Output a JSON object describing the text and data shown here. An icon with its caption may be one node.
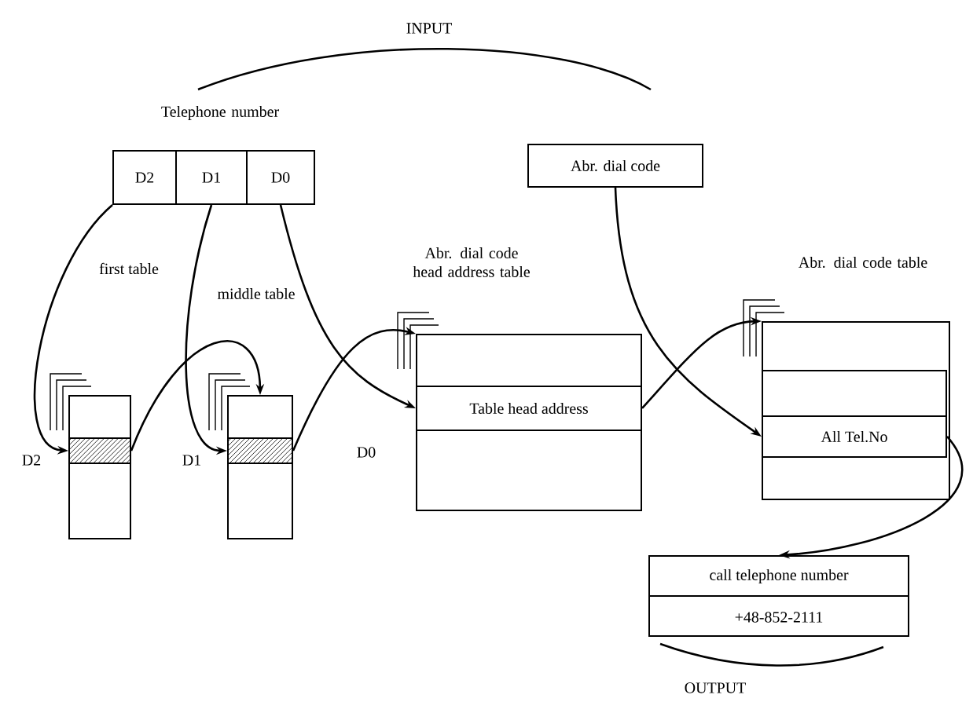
{
  "diagram": {
    "nodes": [
      {
        "text": [
          "Telephone number"
        ]
      },
      {
        "text": [
          "D2"
        ]
      },
      {
        "text": [
          "D1"
        ]
      },
      {
        "text": [
          "D0"
        ]
      },
      {
        "text": [
          "Abr. dial code"
        ]
      },
      {
        "text": [],
        "shape": "box",
        "beside": [
          "D2"
        ]
      },
      {
        "text": [],
        "shape": "bar",
        "in": 5
      },
      {
        "text": [],
        "shape": "box",
        "beside": [
          "D1"
        ]
      },
      {
        "text": [],
        "shape": "bar",
        "in": 7
      },
      {
        "text": [
          "Abr. dial code head address table"
        ],
        "beside": [
          "D0"
        ]
      },
      {
        "text": [
          "Table head address"
        ],
        "in": 9
      },
      {
        "text": [
          "Abr. dial code table"
        ]
      },
      {
        "text": [],
        "shape": "box",
        "in": 11
      },
      {
        "text": [
          "All Tel.No"
        ],
        "in": 11
      },
      {
        "text": [
          "call telephone number",
          "+48-852-2111"
        ]
      }
    ],
    "edges": [
      {
        "from": 1,
        "to": 6,
        "arrow": "to",
        "label": "first table"
      },
      {
        "from": 2,
        "to": 8,
        "arrow": "to",
        "label": "middle table"
      },
      {
        "from": 3,
        "to": 10,
        "arrow": "to"
      },
      {
        "from": 6,
        "to": 7,
        "arrow": "to"
      },
      {
        "from": 8,
        "to": 9,
        "arrow": "to"
      },
      {
        "from": 10,
        "to": 11,
        "arrow": "to"
      },
      {
        "from": 4,
        "to": 13,
        "arrow": "to"
      },
      {
        "from": 13,
        "to": 14,
        "arrow": "to"
      }
    ],
    "labels": [
      "INPUT",
      "OUTPUT"
    ]
  }
}
